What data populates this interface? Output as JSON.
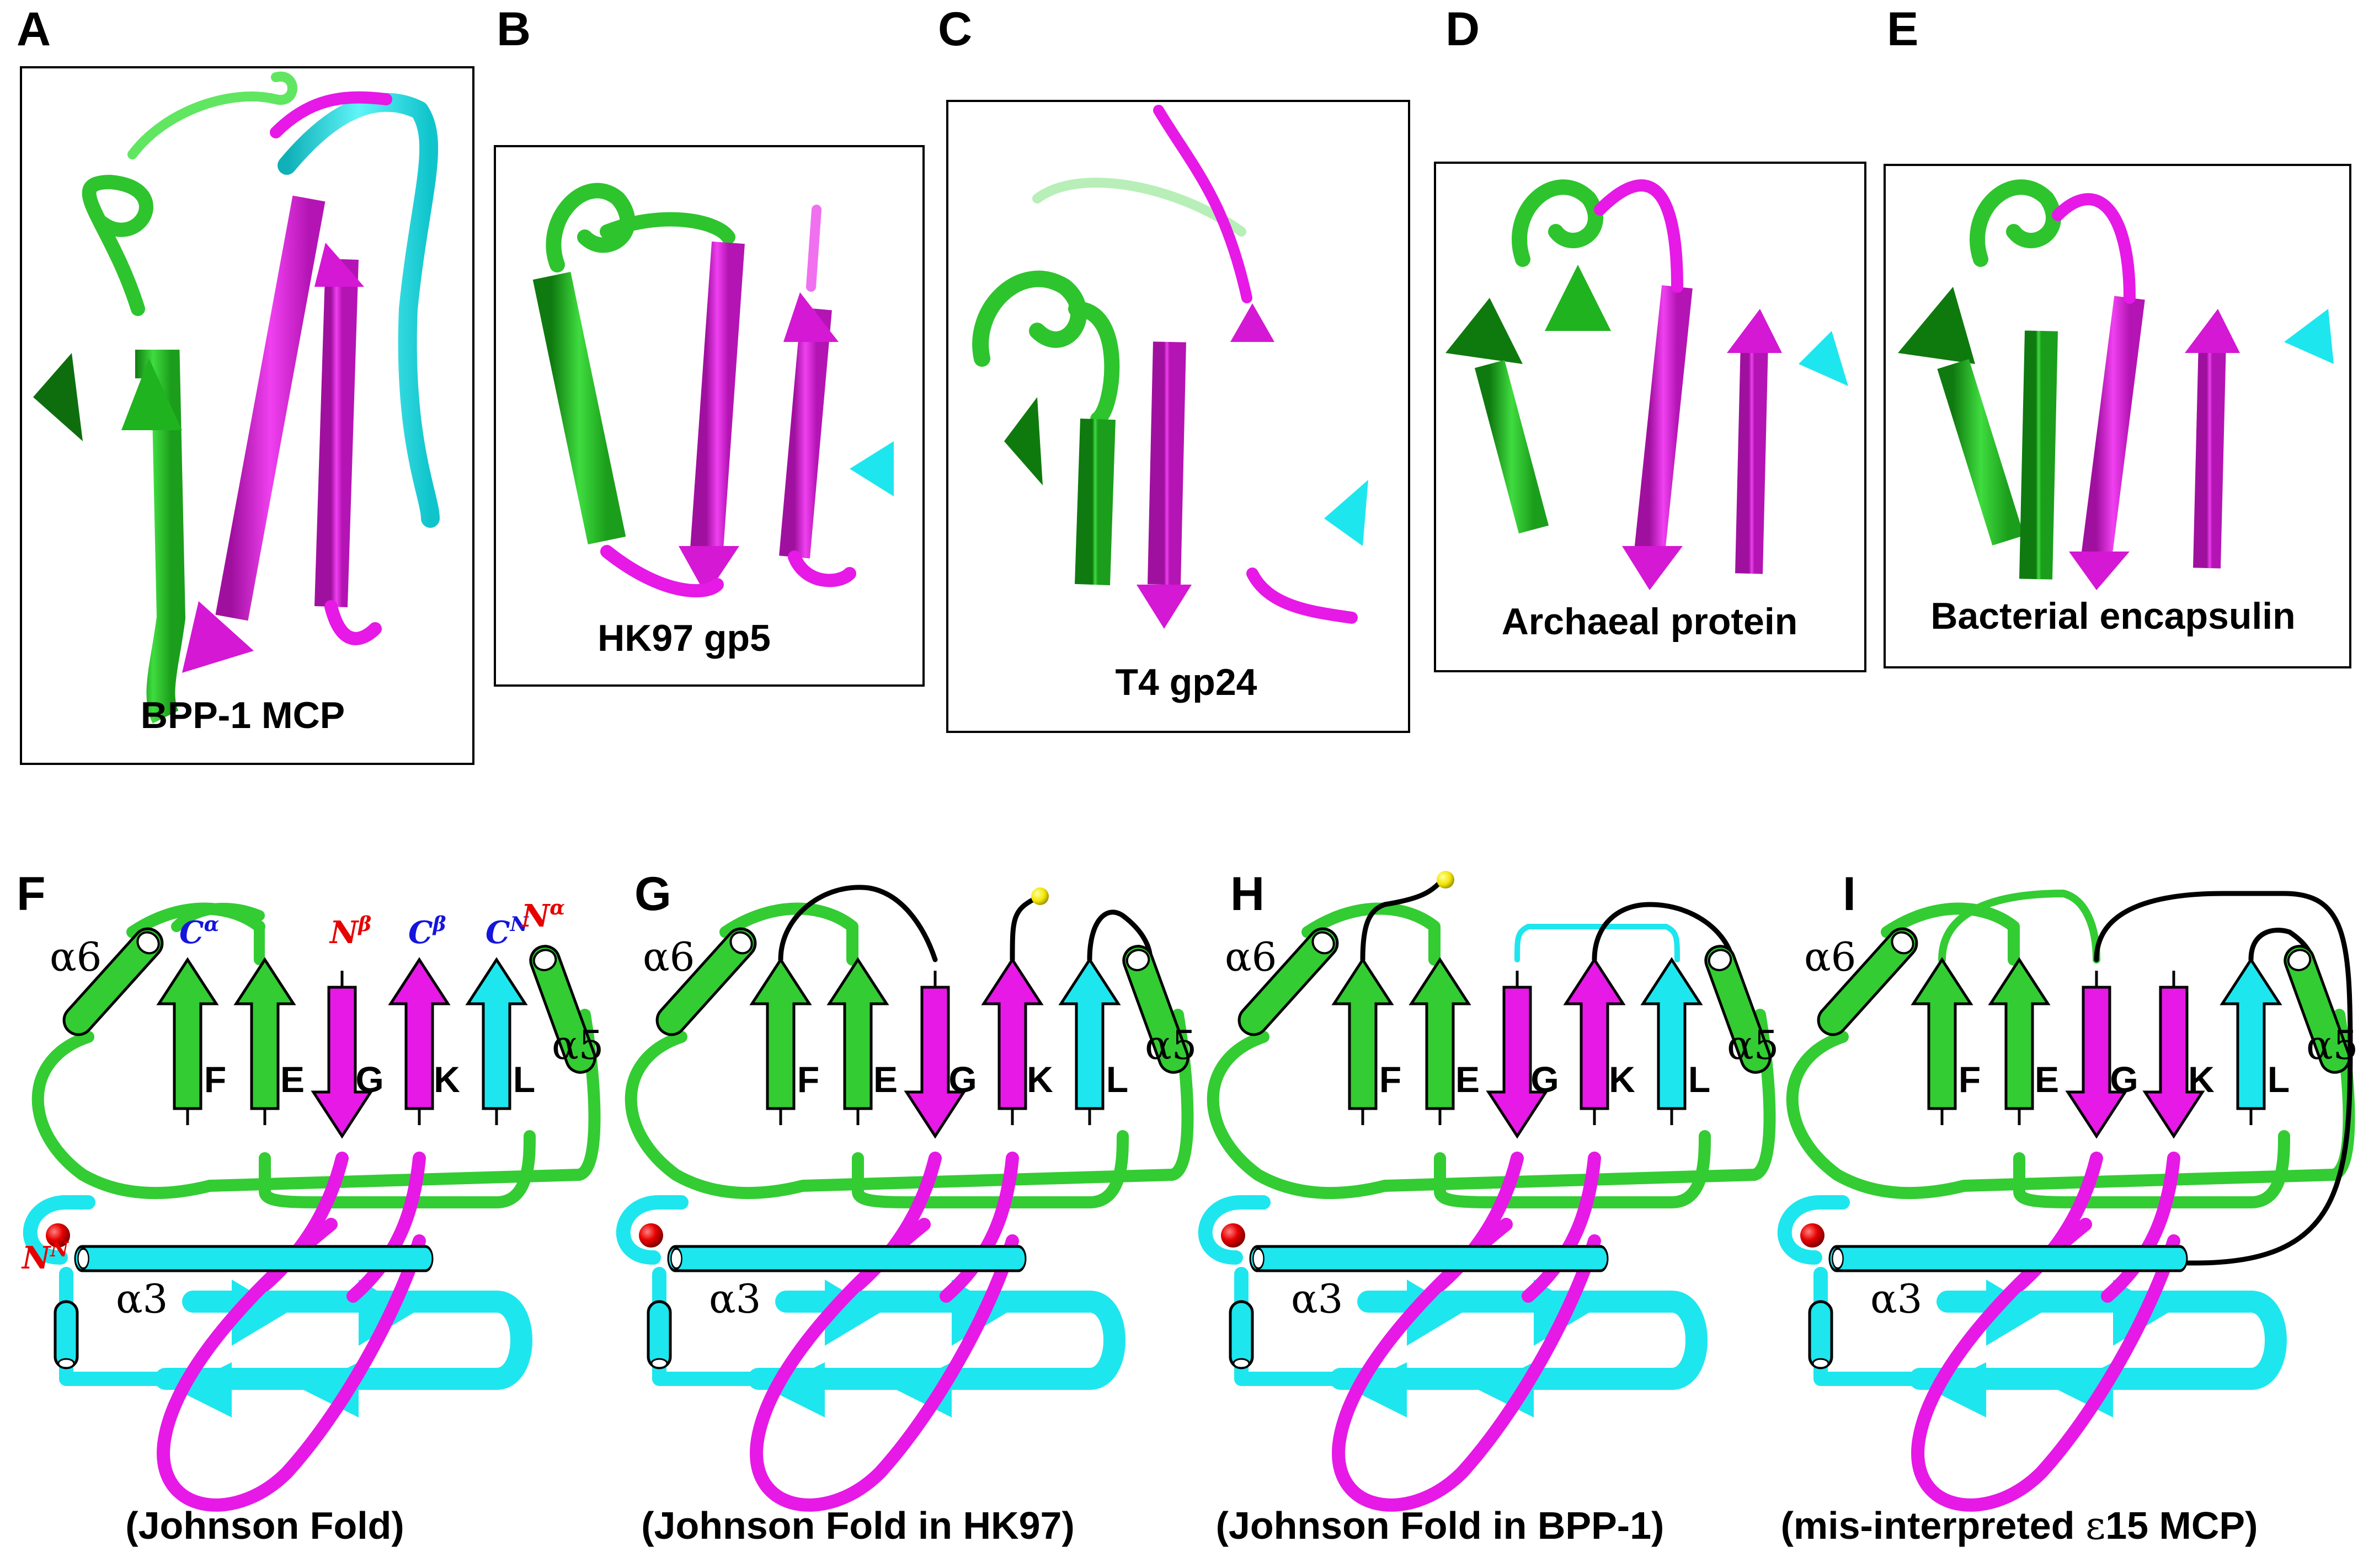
{
  "panel_letters": [
    "A",
    "B",
    "C",
    "D",
    "E",
    "F",
    "G",
    "H",
    "I"
  ],
  "structure_panels": [
    {
      "letter": "A",
      "label": "BPP-1 MCP"
    },
    {
      "letter": "B",
      "label": "HK97 gp5"
    },
    {
      "letter": "C",
      "label": "T4 gp24"
    },
    {
      "letter": "D",
      "label": "Archaeal protein"
    },
    {
      "letter": "E",
      "label": "Bacterial encapsulin"
    }
  ],
  "topology_panels": [
    {
      "letter": "F",
      "caption_text": "(Johnson Fold)"
    },
    {
      "letter": "G",
      "caption_text": "(Johnson Fold in HK97)"
    },
    {
      "letter": "H",
      "caption_text": "(Johnson Fold in BPP-1)"
    },
    {
      "letter": "I",
      "caption_prefix": "(mis-interpreted ",
      "caption_greek": "ε",
      "caption_suffix": "15 MCP)"
    }
  ],
  "strands": [
    "F",
    "E",
    "G",
    "K",
    "L"
  ],
  "helix_greek": "α",
  "helices": {
    "a6": "6",
    "a5": "5",
    "a3": "3"
  },
  "termini": {
    "c_alpha": {
      "base": "C",
      "sup": "α"
    },
    "n_beta": {
      "base": "N",
      "sup": "β"
    },
    "c_beta": {
      "base": "C",
      "sup": "β"
    },
    "c_n": {
      "base": "C",
      "sup": "N"
    },
    "n_alpha": {
      "base": "N",
      "sup": "α"
    },
    "n_n": {
      "base": "N",
      "sup": "N"
    }
  },
  "colors": {
    "green": "#33cc33",
    "dark_green": "#1a8f1a",
    "magenta": "#e619e6",
    "cyan": "#1ee6ee",
    "black": "#000000",
    "red_terminus": "#e60000",
    "blue_terminus": "#1515dd",
    "yellow_marker": "#f2e600"
  }
}
